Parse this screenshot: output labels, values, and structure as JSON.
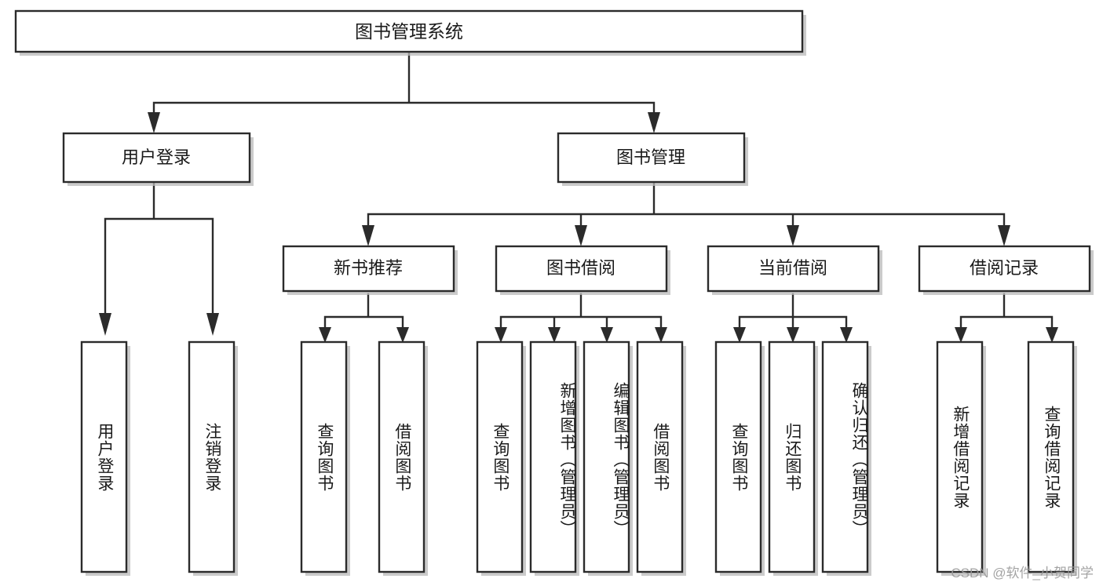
{
  "diagram": {
    "title": "图书管理系统",
    "type": "tree-hierarchy-chart",
    "watermark": "CSDN @软件_小贺同学",
    "colors": {
      "stroke": "#2b2b2b",
      "fill": "#ffffff",
      "text": "#1a1a1a",
      "shadow": "#b9b9b9",
      "watermark": "#9a9a9a"
    },
    "root": {
      "label": "图书管理系统"
    },
    "level2": [
      {
        "label": "用户登录"
      },
      {
        "label": "图书管理"
      }
    ],
    "level3": [
      {
        "label": "新书推荐"
      },
      {
        "label": "图书借阅"
      },
      {
        "label": "当前借阅"
      },
      {
        "label": "借阅记录"
      }
    ],
    "leaves": {
      "user_login": [
        {
          "label": "用户登录"
        },
        {
          "label": "注销登录"
        }
      ],
      "new_book_recommend": [
        {
          "label": "查询图书"
        },
        {
          "label": "借阅图书"
        }
      ],
      "book_borrow": [
        {
          "label": "查询图书"
        },
        {
          "label": "新增图书（管理员）"
        },
        {
          "label": "编辑图书（管理员）"
        },
        {
          "label": "借阅图书"
        }
      ],
      "current_borrow": [
        {
          "label": "查询图书"
        },
        {
          "label": "归还图书"
        },
        {
          "label": "确认归还（管理员）"
        }
      ],
      "borrow_record": [
        {
          "label": "新增借阅记录"
        },
        {
          "label": "查询借阅记录"
        }
      ]
    }
  }
}
